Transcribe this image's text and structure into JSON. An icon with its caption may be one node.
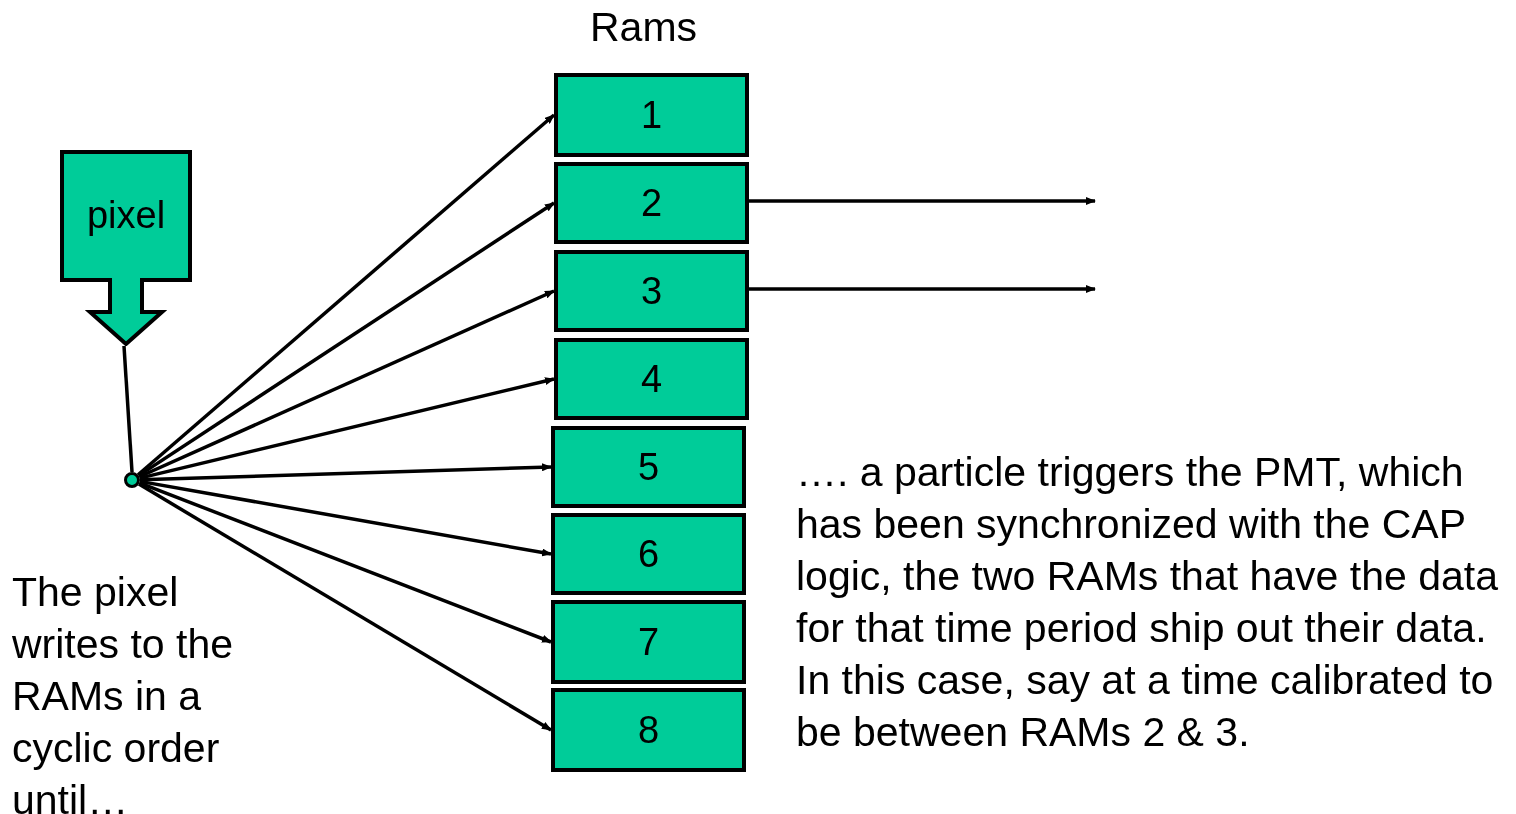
{
  "diagram": {
    "title": "Rams",
    "nodes": [
      {
        "text": [
          "pixel"
        ]
      },
      {
        "text": [],
        "shape": "circle"
      },
      {
        "text": [
          "1"
        ]
      },
      {
        "text": [
          "2"
        ]
      },
      {
        "text": [
          "3"
        ]
      },
      {
        "text": [
          "4"
        ]
      },
      {
        "text": [
          "5"
        ]
      },
      {
        "text": [
          "6"
        ]
      },
      {
        "text": [
          "7"
        ]
      },
      {
        "text": [
          "8"
        ]
      }
    ],
    "edges": [
      {
        "from": 0,
        "to": 1,
        "arrow": "none"
      },
      {
        "from": 1,
        "to": 2,
        "arrow": "to"
      },
      {
        "from": 1,
        "to": 3,
        "arrow": "to"
      },
      {
        "from": 1,
        "to": 4,
        "arrow": "to"
      },
      {
        "from": 1,
        "to": 5,
        "arrow": "to"
      },
      {
        "from": 1,
        "to": 6,
        "arrow": "to"
      },
      {
        "from": 1,
        "to": 7,
        "arrow": "to"
      },
      {
        "from": 1,
        "to": 8,
        "arrow": "to"
      },
      {
        "from": 1,
        "to": 9,
        "arrow": "to"
      },
      {
        "from": 3,
        "to": null,
        "arrow": "to"
      },
      {
        "from": 4,
        "to": null,
        "arrow": "to"
      }
    ],
    "labels": [
      "The pixel writes to the RAMs in a cyclic order until…",
      "…. a particle triggers the PMT, which has been synchronized with the CAP logic, the two RAMs that have the data for that time period ship out their data.  In this case, say at a time calibrated to be between RAMs 2 & 3."
    ]
  }
}
